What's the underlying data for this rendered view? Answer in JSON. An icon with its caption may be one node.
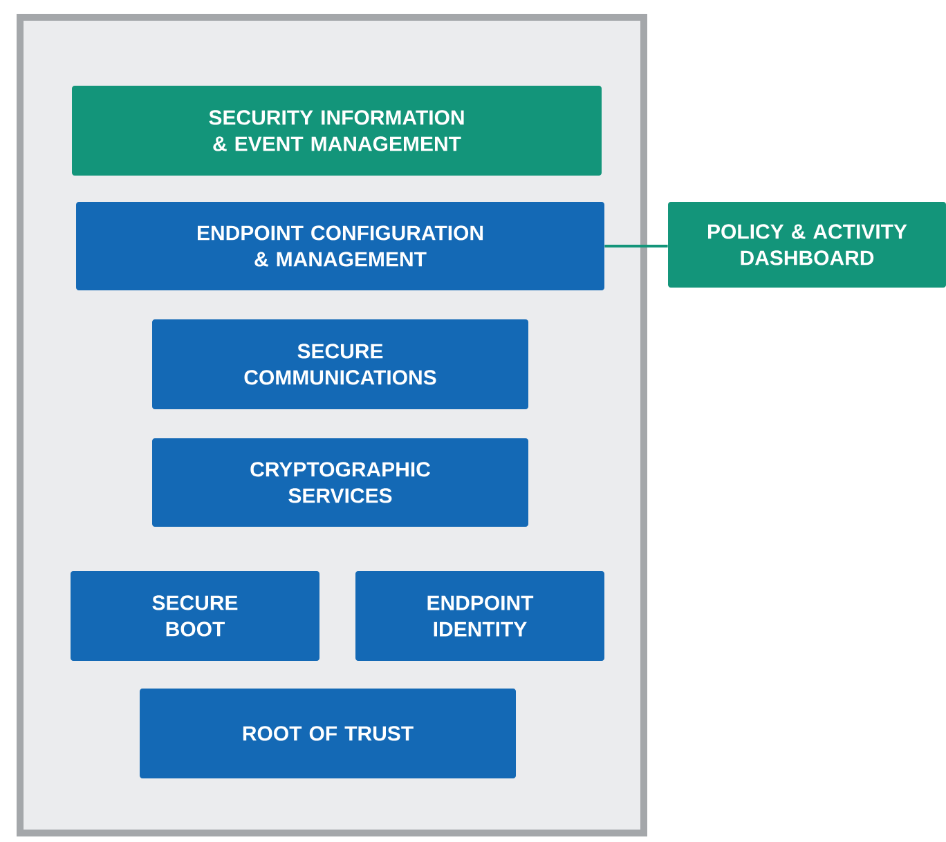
{
  "diagram": {
    "nodes": [
      {
        "text": [],
        "shape": "box"
      },
      {
        "text": [
          "SECURITY INFORMATION & EVENT MANAGEMENT"
        ],
        "in": 0
      },
      {
        "text": [
          "ENDPOINT CONFIGURATION & MANAGEMENT"
        ],
        "in": 0
      },
      {
        "text": [
          "SECURE COMMUNICATIONS"
        ],
        "in": 0
      },
      {
        "text": [
          "CRYPTOGRAPHIC SERVICES"
        ],
        "in": 0
      },
      {
        "text": [
          "SECURE BOOT"
        ],
        "in": 0
      },
      {
        "text": [
          "ENDPOINT IDENTITY"
        ],
        "in": 0
      },
      {
        "text": [
          "ROOT OF TRUST"
        ],
        "in": 0
      },
      {
        "text": [
          "POLICY & ACTIVITY DASHBOARD"
        ]
      }
    ],
    "edges": [
      {
        "from": 2,
        "to": 8,
        "arrow": "none"
      }
    ]
  }
}
